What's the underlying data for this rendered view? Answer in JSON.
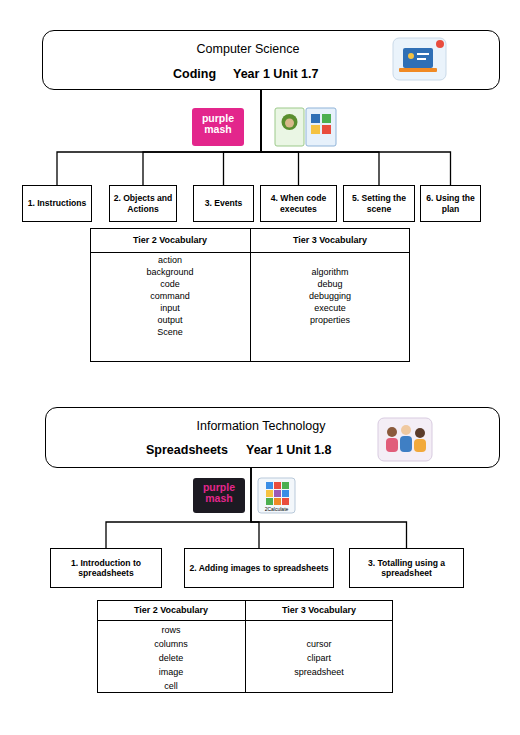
{
  "diagram": {
    "nodes": [
      {
        "text": [
          "Computer Science",
          "Coding",
          "Year 1 Unit 1.7"
        ]
      },
      {
        "text": [
          "1. Instructions"
        ]
      },
      {
        "text": [
          "2. Objects and Actions"
        ]
      },
      {
        "text": [
          "3. Events"
        ]
      },
      {
        "text": [
          "4. When code executes"
        ]
      },
      {
        "text": [
          "5. Setting the scene"
        ]
      },
      {
        "text": [
          "6. Using the plan"
        ]
      },
      {
        "text": [
          "Information Technology",
          "Spreadsheets",
          "Year 1 Unit 1.8"
        ]
      },
      {
        "text": [
          "1. Introduction to spreadsheets"
        ]
      },
      {
        "text": [
          "2. Adding images to spreadsheets"
        ]
      },
      {
        "text": [
          "3. Totalling using a spreadsheet"
        ]
      }
    ],
    "edges": [
      {
        "from": 0,
        "to": 1,
        "arrow": "none"
      },
      {
        "from": 0,
        "to": 2,
        "arrow": "none"
      },
      {
        "from": 0,
        "to": 3,
        "arrow": "none"
      },
      {
        "from": 0,
        "to": 4,
        "arrow": "none"
      },
      {
        "from": 0,
        "to": 5,
        "arrow": "none"
      },
      {
        "from": 0,
        "to": 6,
        "arrow": "none"
      },
      {
        "from": 7,
        "to": 8,
        "arrow": "none"
      },
      {
        "from": 7,
        "to": 9,
        "arrow": "none"
      },
      {
        "from": 7,
        "to": 10,
        "arrow": "none"
      }
    ],
    "labels": [
      "purple mash",
      "Tier 2 Vocabulary",
      "Tier 3 Vocabulary",
      "action",
      "background",
      "code",
      "command",
      "input",
      "output",
      "Scene",
      "algorithm",
      "debug",
      "debugging",
      "execute",
      "properties",
      "purple mash",
      "2Calculate",
      "Tier 2 Vocabulary",
      "Tier 3 Vocabulary",
      "rows",
      "columns",
      "delete",
      "image",
      "cell",
      "cursor",
      "clipart",
      "spreadsheet"
    ]
  }
}
